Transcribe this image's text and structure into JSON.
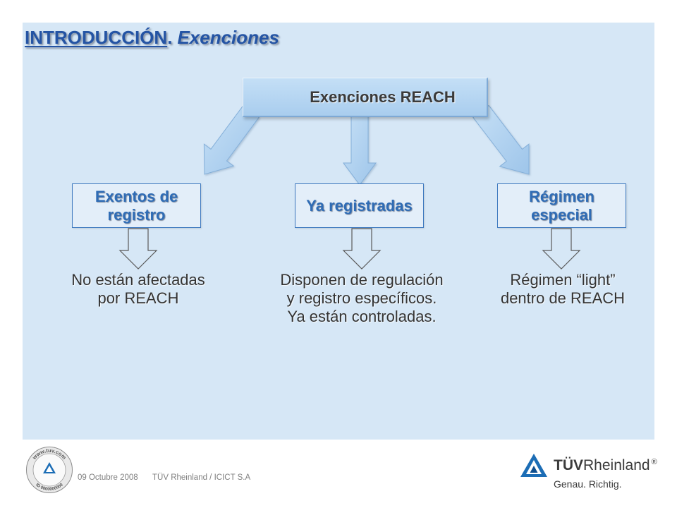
{
  "title": {
    "main": "INTRODUCCIÓN",
    "separator": ".",
    "topic": "Exenciones"
  },
  "diagram": {
    "root": "Exenciones REACH",
    "branches": [
      {
        "label": [
          "Exentos de",
          "registro"
        ],
        "description": [
          "No están afectadas",
          "por REACH"
        ]
      },
      {
        "label": [
          "Ya registradas"
        ],
        "description": [
          "Disponen de regulación",
          "y registro específicos.",
          "Ya están controladas."
        ]
      },
      {
        "label": [
          "Régimen",
          "especial"
        ],
        "description": [
          "Régimen “light”",
          "dentro de REACH"
        ]
      }
    ]
  },
  "footer": {
    "date": "09 Octubre 2008",
    "organization": "TÜV Rheinland / ICICT S.A",
    "seal": {
      "icon": "tuv-seal-icon",
      "top_text": "www.tuv.com",
      "bottom_text": "ID 0000000000"
    }
  },
  "logo": {
    "icon": "tuv-triangle-icon",
    "brand_bold": "TÜV",
    "brand_regular": "Rheinland",
    "registered": "®",
    "tagline": "Genau. Richtig."
  },
  "colors": {
    "panel": "#d6e7f6",
    "title": "#2454a4",
    "box_border": "#3e79bf",
    "box_text": "#2f6cb5",
    "box_fill": "#e3eef9",
    "text": "#333333",
    "brand": "#1c6db5",
    "footer": "#808080"
  }
}
